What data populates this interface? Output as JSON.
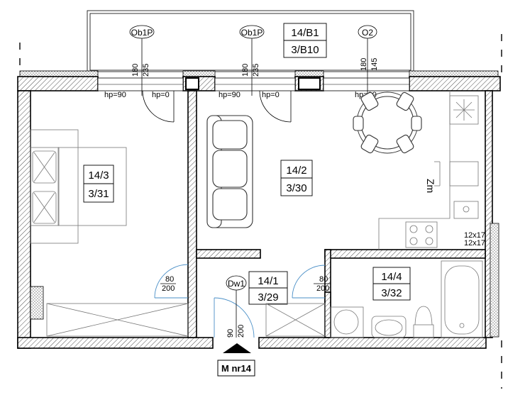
{
  "rooms": {
    "balcony": {
      "name": "14/B1",
      "code": "3/B10"
    },
    "bedroom": {
      "name": "14/3",
      "code": "3/31"
    },
    "living": {
      "name": "14/2",
      "code": "3/30"
    },
    "hall": {
      "name": "14/1",
      "code": "3/29"
    },
    "bathroom": {
      "name": "14/4",
      "code": "3/32"
    }
  },
  "windows": [
    {
      "tag": "Ob1P",
      "dim_h": "180",
      "dim_w": "235",
      "sill": "hp=90",
      "sill2": "hp=0"
    },
    {
      "tag": "Ob1P",
      "dim_h": "180",
      "dim_w": "235",
      "sill": "hp=90",
      "sill2": "hp=0"
    },
    {
      "tag": "O2",
      "dim_h": "180",
      "dim_w": "145",
      "sill": "hp=90"
    }
  ],
  "doors": [
    {
      "w": "80",
      "h": "200"
    },
    {
      "w": "80",
      "h": "200"
    },
    {
      "tag": "Dw1",
      "w": "90",
      "h": "200"
    }
  ],
  "labels": {
    "entrance": "M nr14",
    "zm": "Zm",
    "duct1": "12x17",
    "duct2": "12x17"
  },
  "colors": {
    "door_swing": "#4a8fc7",
    "wall_hatch": "#000000"
  }
}
